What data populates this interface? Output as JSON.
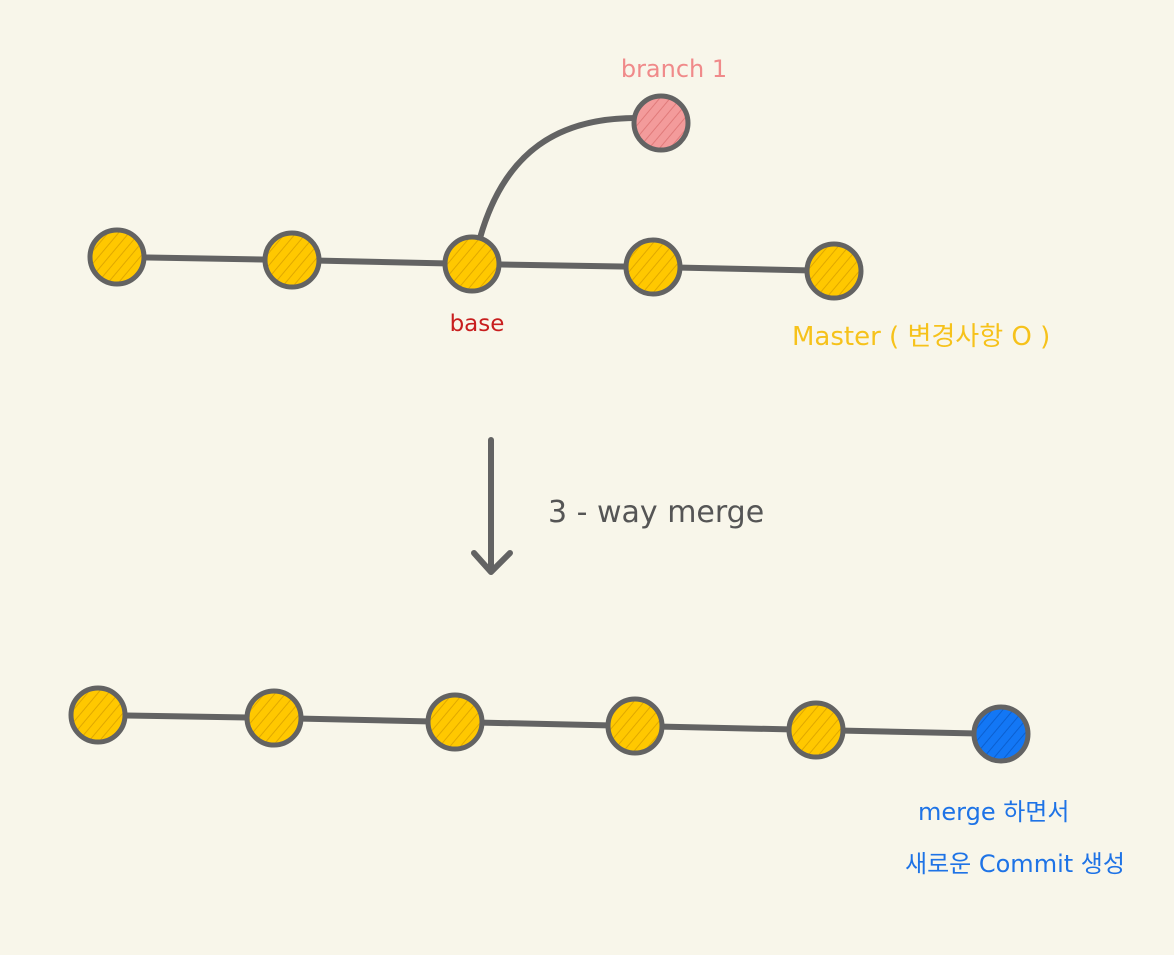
{
  "labels": {
    "branch": "branch 1",
    "base": "base",
    "master": "Master ( 변경사항 O )",
    "merge_step": "3 - way merge",
    "new_commit_line1": "merge 하면서",
    "new_commit_line2": "새로운 Commit 생성"
  },
  "colors": {
    "background": "#f8f6ea",
    "line": "#636363",
    "commit": "#ffc800",
    "branch_commit": "#f39b9b",
    "merge_commit": "#1377f5",
    "branch_label": "#f08a8a",
    "base_label": "#c81e1e",
    "master_label": "#f6c21b",
    "merge_step_label": "#555555",
    "new_commit_label": "#1e73e6"
  }
}
